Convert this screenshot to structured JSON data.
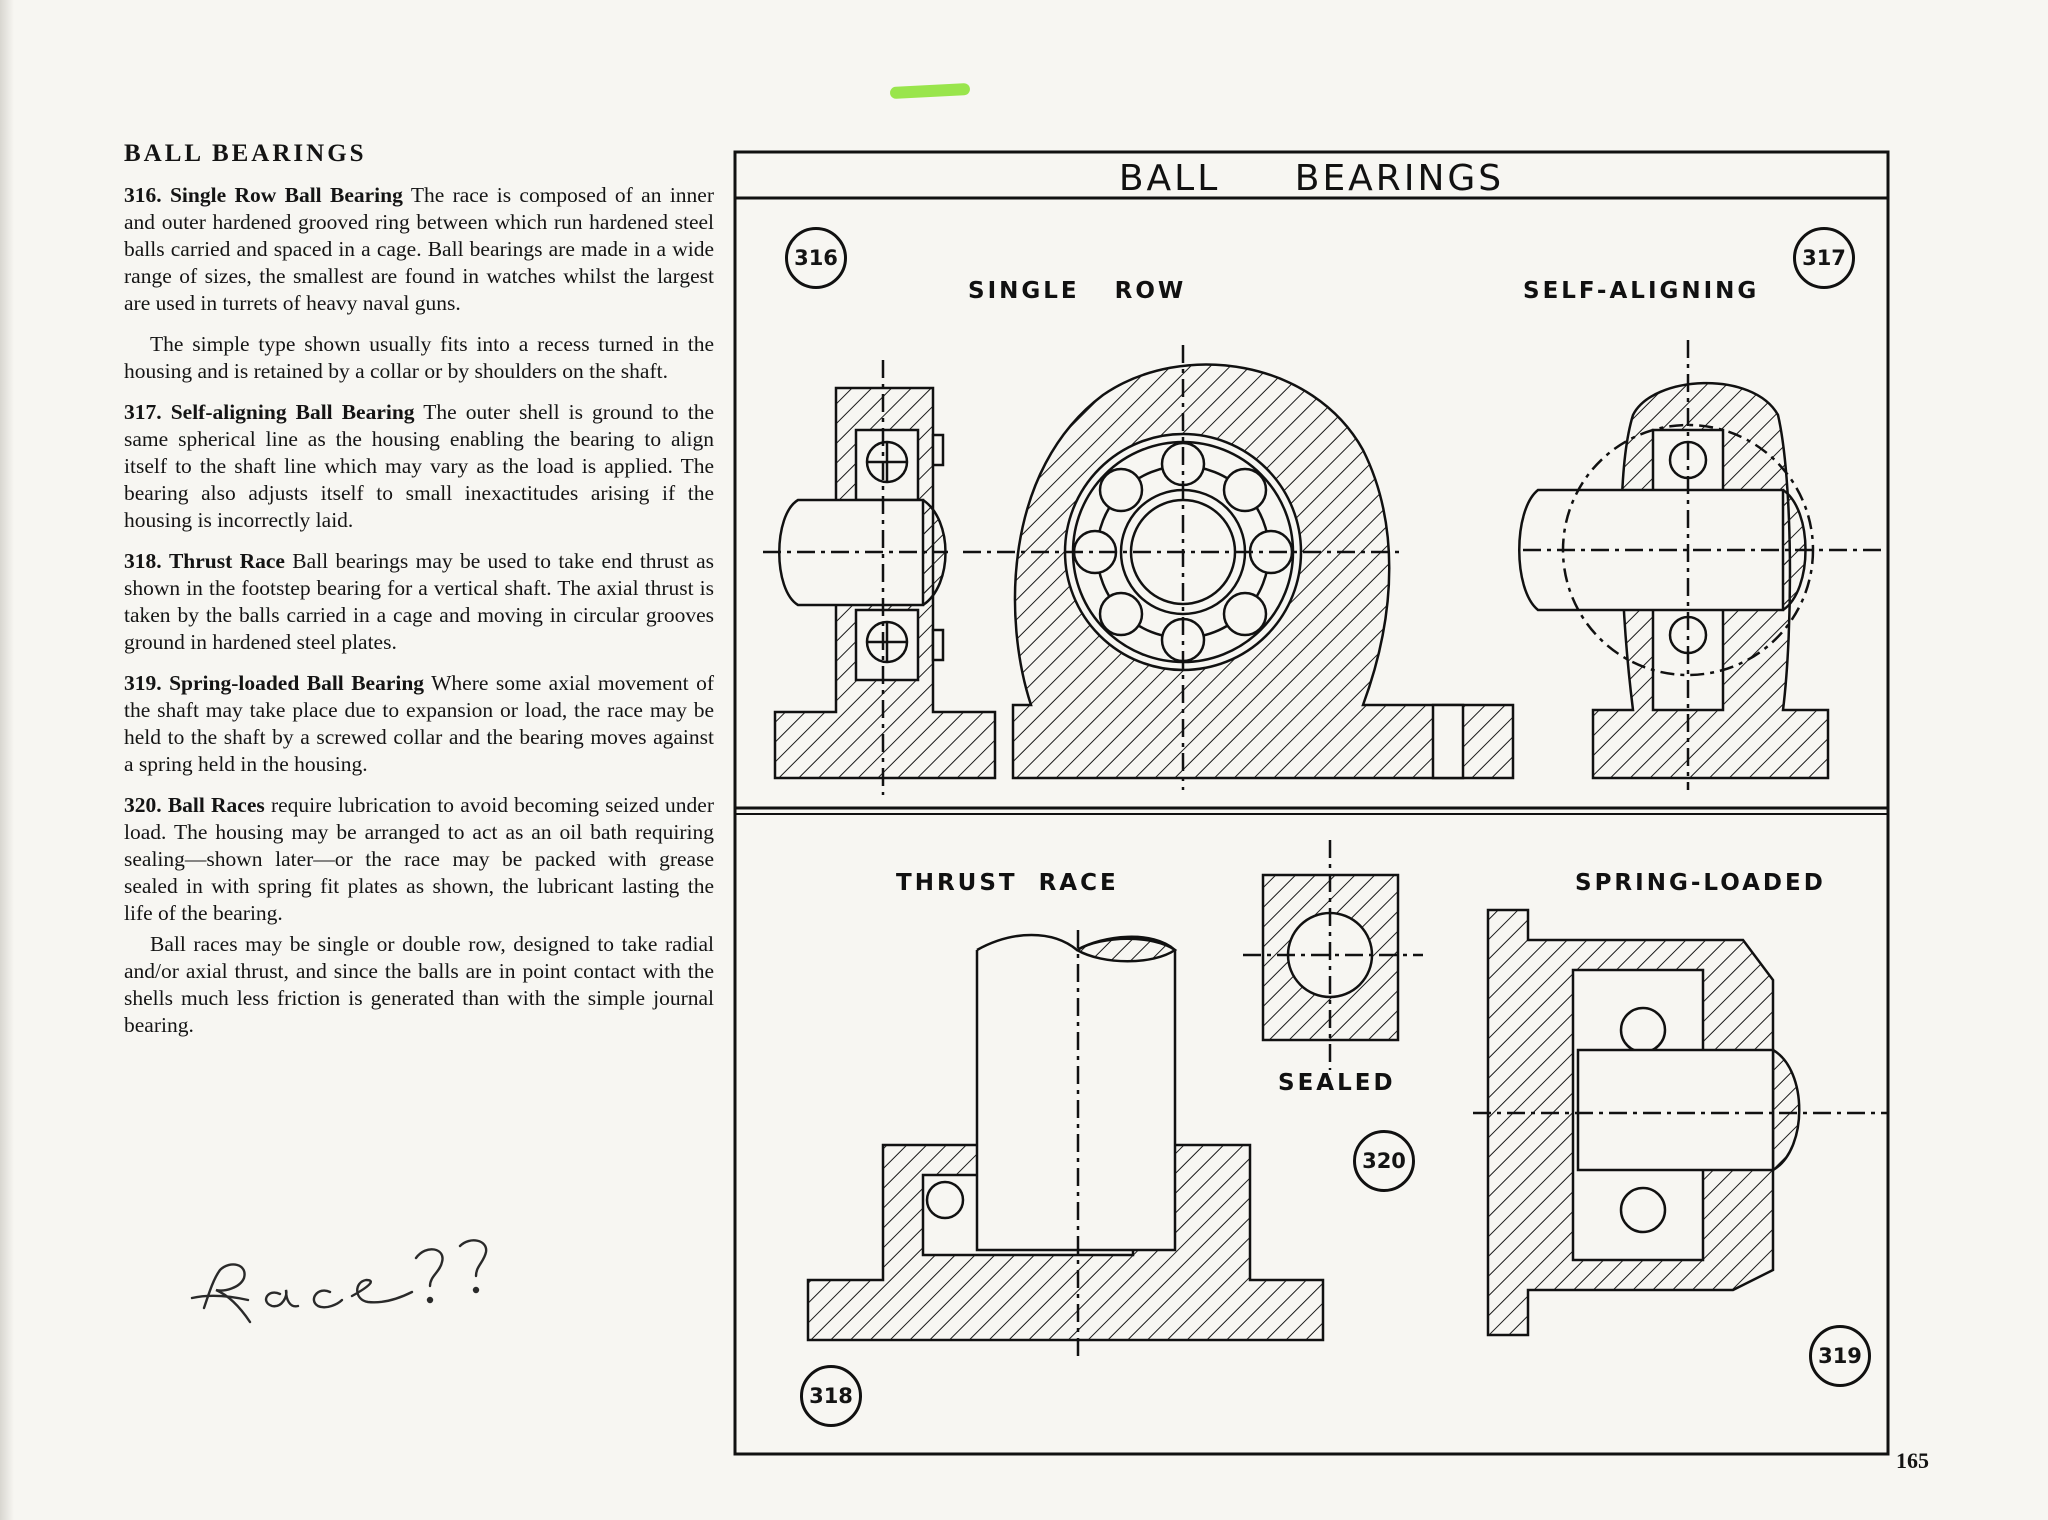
{
  "text": {
    "heading": "BALL BEARINGS",
    "p316": {
      "num": "316.",
      "title": "Single Row Ball Bearing",
      "body": "The race is composed of an inner and outer hardened grooved ring between which run hardened steel balls carried and spaced in a cage. Ball bearings are made in a wide range of sizes, the smallest are found in watches whilst the largest are used in turrets of heavy naval guns.",
      "body2": "The simple type shown usually fits into a recess turned in the housing and is retained by a collar or by shoulders on the shaft."
    },
    "p317": {
      "num": "317.",
      "title": "Self-aligning Ball Bearing",
      "body": "The outer shell is ground to the same spherical line as the housing enabling the bearing to align itself to the shaft line which may vary as the load is applied. The bearing also adjusts itself to small inexactitudes arising if the housing is incorrectly laid."
    },
    "p318": {
      "num": "318.",
      "title": "Thrust Race",
      "body": "Ball bearings may be used to take end thrust as shown in the footstep bearing for a vertical shaft. The axial thrust is taken by the balls carried in a cage and moving in circular grooves ground in hardened steel plates."
    },
    "p319": {
      "num": "319.",
      "title": "Spring-loaded Ball Bearing",
      "body": "Where some axial movement of the shaft may take place due to expansion or load, the race may be held to the shaft by a screwed collar and the bearing moves against a spring held in the housing."
    },
    "p320": {
      "num": "320.",
      "title": "Ball Races",
      "body": "require lubrication to avoid becoming seized under load. The housing may be arranged to act as an oil bath requiring sealing—shown later—or the race may be packed with grease sealed in with spring fit plates as shown, the lubricant lasting the life of the bearing.",
      "body2": "Ball races may be single or double row, designed to take radial and/or axial thrust, and since the balls are in point contact with the shells much less friction is generated than with the simple journal bearing."
    },
    "handwritten_note": "Race ? ?"
  },
  "plate": {
    "title": "BALL BEARINGS",
    "labels": {
      "single_row": "SINGLE ROW",
      "self_aligning": "SELF-ALIGNING",
      "thrust_race": "THRUST RACE",
      "sealed": "SEALED",
      "spring_loaded": "SPRING-LOADED"
    },
    "figure_numbers": {
      "f316": "316",
      "f317": "317",
      "f318": "318",
      "f319": "319",
      "f320": "320"
    }
  },
  "page_number": "165"
}
